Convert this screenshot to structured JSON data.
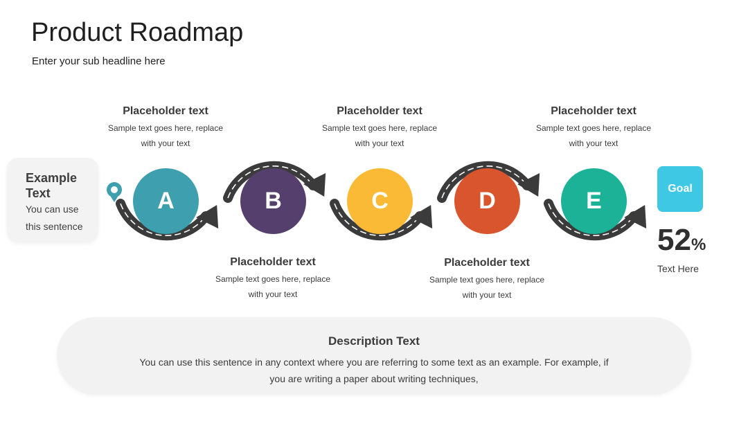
{
  "header": {
    "title": "Product Roadmap",
    "subtitle": "Enter your sub headline here"
  },
  "side_card": {
    "title": "Example Text",
    "body": "You can use this sentence"
  },
  "steps": [
    {
      "letter": "A",
      "color": "#3e9fae",
      "title": "Placeholder text",
      "body": "Sample text goes here, replace with your text",
      "label_position": "top"
    },
    {
      "letter": "B",
      "color": "#553f6c",
      "title": "Placeholder text",
      "body": "Sample text goes here, replace with your text",
      "label_position": "bottom"
    },
    {
      "letter": "C",
      "color": "#fbba36",
      "title": "Placeholder text",
      "body": "Sample text goes here, replace with your text",
      "label_position": "top"
    },
    {
      "letter": "D",
      "color": "#d9552e",
      "title": "Placeholder text",
      "body": "Sample text goes here, replace with your text",
      "label_position": "bottom"
    },
    {
      "letter": "E",
      "color": "#1bb298",
      "title": "Placeholder text",
      "body": "Sample text goes here, replace with your text",
      "label_position": "top"
    }
  ],
  "goal": {
    "label": "Goal",
    "color": "#3fc8e4",
    "percent_value": "52",
    "percent_sign": "%",
    "caption": "Text Here"
  },
  "road": {
    "color": "#3b3b3b",
    "pin_color": "#3e9fae",
    "pin_icon": "location-pin-icon"
  },
  "description": {
    "title": "Description Text",
    "body": "You can use this sentence in any context where you are referring to some text as an example. For example, if you are writing a paper about writing techniques,"
  }
}
